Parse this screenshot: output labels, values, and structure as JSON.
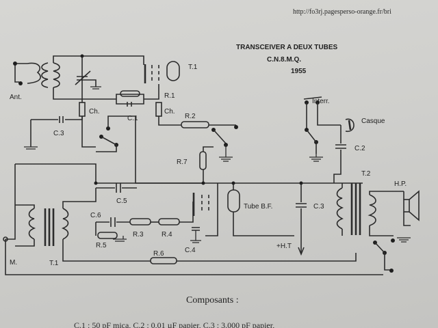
{
  "header": {
    "url": "http://fo3rj.pagesperso-orange.fr/bri",
    "title": "TRANSCEIVER A DEUX TUBES",
    "subtitle": "C.N.8.M.Q.",
    "year": "1955"
  },
  "labels": {
    "ant": "Ant.",
    "t1_top": "T.1",
    "r1": "R.1",
    "ch_left": "Ch.",
    "ch_right": "Ch.",
    "c1": "C.1",
    "c3_left": "C.3",
    "r2": "R.2",
    "r7": "R.7",
    "c5": "C.5",
    "c6": "C.6",
    "r3": "R.3",
    "r4": "R.4",
    "r5": "R.5",
    "r6": "R.6",
    "c4": "C.4",
    "m": "M.",
    "t1_bottom": "T.1",
    "interr": "Interr.",
    "casque": "Casque",
    "c2": "C.2",
    "t2": "T.2",
    "hp": "H.P.",
    "tube_bf": "Tube B.F.",
    "c3_right": "C.3",
    "ht": "+H.T"
  },
  "footer": {
    "composants": "Composants :",
    "partial_line": "C.1 : 50 pF mica, C.2 : 0,01 µF papier, C.3 : 3.000 pF papier,"
  }
}
